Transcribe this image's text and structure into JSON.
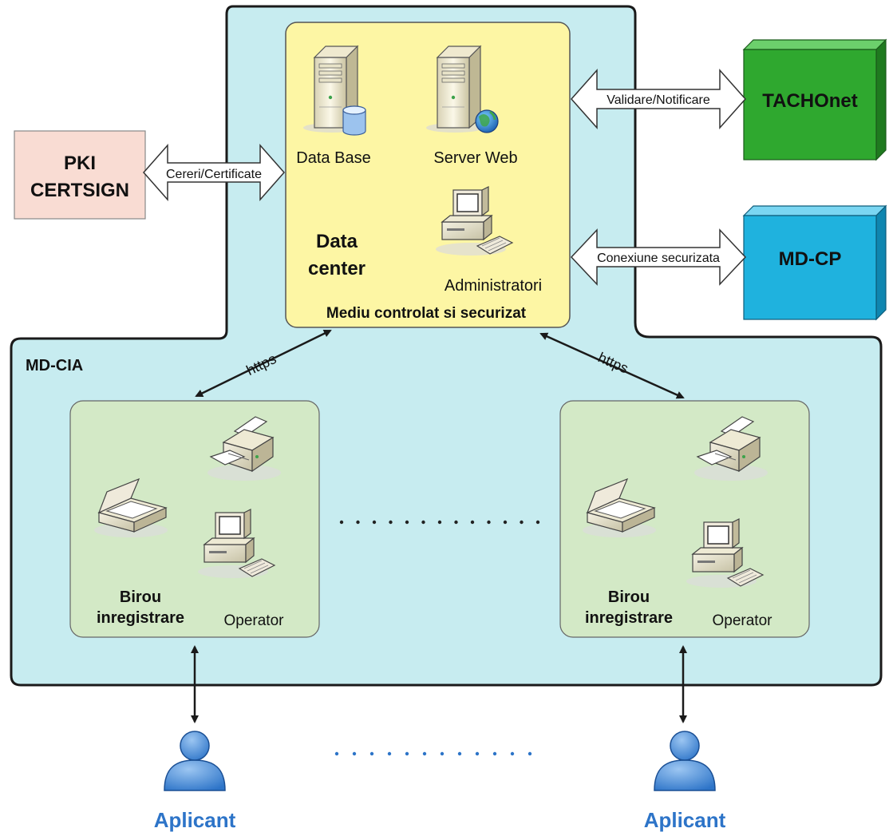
{
  "colors": {
    "mdcia_fill": "#c7ecf0",
    "datacenter_fill": "#fdf6a4",
    "office_fill": "#d3e9c6",
    "pki_fill": "#f9dcd3",
    "tachonet_front": "#2fa82f",
    "mdcp_front": "#1fb2de",
    "applicant_blue": "#2d74c8",
    "outline": "#1a1a1a"
  },
  "mdcia": {
    "label": "MD-CIA"
  },
  "datacenter": {
    "title_line1": "Data",
    "title_line2": "center",
    "footer": "Mediu controlat si securizat",
    "database_label": "Data Base",
    "webserver_label": "Server Web",
    "admins_label": "Administratori"
  },
  "pki": {
    "line1": "PKI",
    "line2": "CERTSIGN",
    "link_label": "Cereri/Certificate"
  },
  "tachonet": {
    "label": "TACHOnet",
    "link_label": "Validare/Notificare"
  },
  "mdcp": {
    "label": "MD-CP",
    "link_label": "Conexiune securizata"
  },
  "links": {
    "left_protocol": "https",
    "right_protocol": "https"
  },
  "offices": [
    {
      "line1": "Birou",
      "line2": "inregistrare",
      "operator": "Operator"
    },
    {
      "line1": "Birou",
      "line2": "inregistrare",
      "operator": "Operator"
    }
  ],
  "applicants": [
    {
      "label": "Aplicant"
    },
    {
      "label": "Aplicant"
    }
  ],
  "icons": {
    "database": "database-server-icon",
    "webserver": "web-server-icon",
    "admin_pc": "workstation-icon",
    "printer": "printer-icon",
    "scanner": "scanner-icon",
    "operator_pc": "workstation-icon",
    "applicant": "person-icon"
  }
}
